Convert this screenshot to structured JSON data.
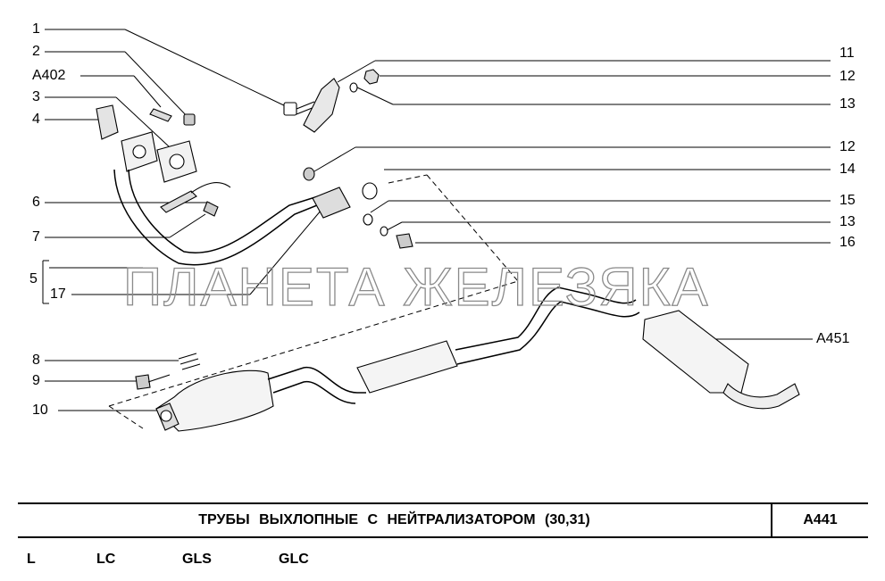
{
  "callouts": {
    "c1": "1",
    "c2": "2",
    "c_a402": "A402",
    "c3": "3",
    "c4": "4",
    "c6": "6",
    "c7": "7",
    "c5": "5",
    "c17": "17",
    "c8": "8",
    "c9": "9",
    "c10": "10",
    "c11": "11",
    "c12a": "12",
    "c13a": "13",
    "c12b": "12",
    "c14": "14",
    "c15": "15",
    "c13b": "13",
    "c16": "16",
    "c_a451": "A451"
  },
  "watermark": "ПЛАНЕТА ЖЕЛЕЗЯКА",
  "title": "ТРУБЫ  ВЫХЛОПНЫЕ  С  НЕЙТРАЛИЗАТОРОМ (30,31)",
  "code": "А441",
  "variants": [
    "L",
    "LC",
    "GLS",
    "GLC"
  ]
}
